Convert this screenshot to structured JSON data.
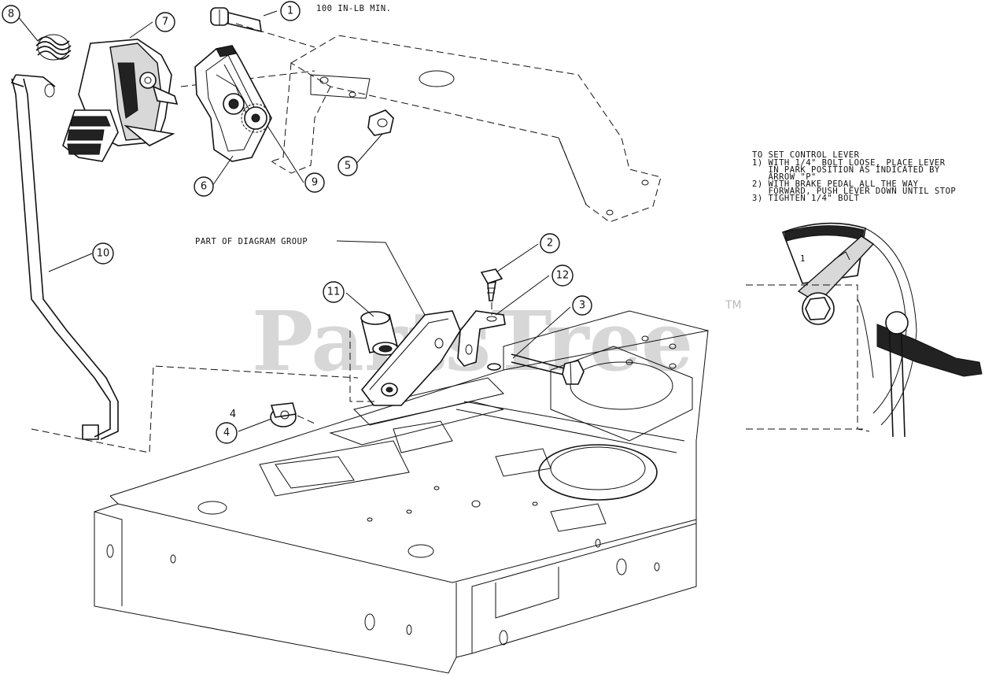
{
  "torque_note": "100 IN-LB MIN.",
  "group_note": "PART OF DIAGRAM GROUP",
  "instructions": {
    "title": "TO SET CONTROL LEVER",
    "lines": [
      "1) WITH 1/4\" BOLT LOOSE, PLACE LEVER",
      "   IN PARK POSITION AS INDICATED BY",
      "   ARROW \"P\"",
      "2) WITH BRAKE PEDAL ALL THE WAY",
      "   FORWARD, PUSH LEVER DOWN UNTIL STOP",
      "3) TIGHTEN 1/4\" BOLT"
    ]
  },
  "detail_mark": "1",
  "watermark": "PartsTree",
  "trademark": "TM",
  "callouts": {
    "c1": "1",
    "c2": "2",
    "c3": "3",
    "c4": "4",
    "c4b": "4",
    "c5": "5",
    "c6": "6",
    "c7": "7",
    "c8": "8",
    "c9": "9",
    "c10": "10",
    "c11": "11",
    "c12": "12"
  }
}
